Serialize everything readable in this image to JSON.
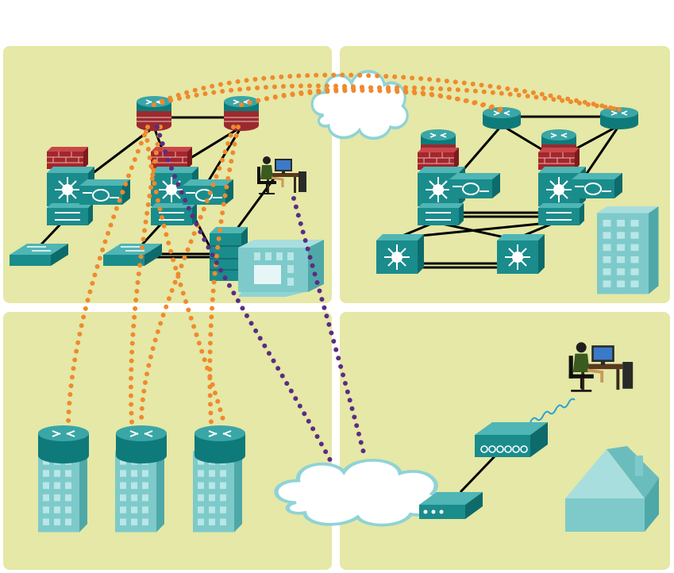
{
  "colors": {
    "background": "#ffffff",
    "panel": "#e5e8a6",
    "teal": "#1a8c8c",
    "teal_top": "#4fb5b5",
    "teal_side": "#0d6b6b",
    "firewall": "#a3262b",
    "building": "#7ecaca",
    "cloud_stroke": "#8fd3d6",
    "wan_link": "#ef8a2e",
    "internet_link": "#5b2c83",
    "wireless": "#2aa2d4",
    "link": "#000000"
  },
  "panels": [
    "enterprise-campus",
    "enterprise-edge-branch",
    "remote-sites",
    "home-office"
  ],
  "icons": [
    "router-icon",
    "firewall-icon",
    "multilayer-switch-icon",
    "switch-icon",
    "server-icon",
    "building-icon",
    "cloud-icon",
    "pc-user-icon",
    "wireless-router-icon",
    "modem-icon",
    "house-icon"
  ]
}
